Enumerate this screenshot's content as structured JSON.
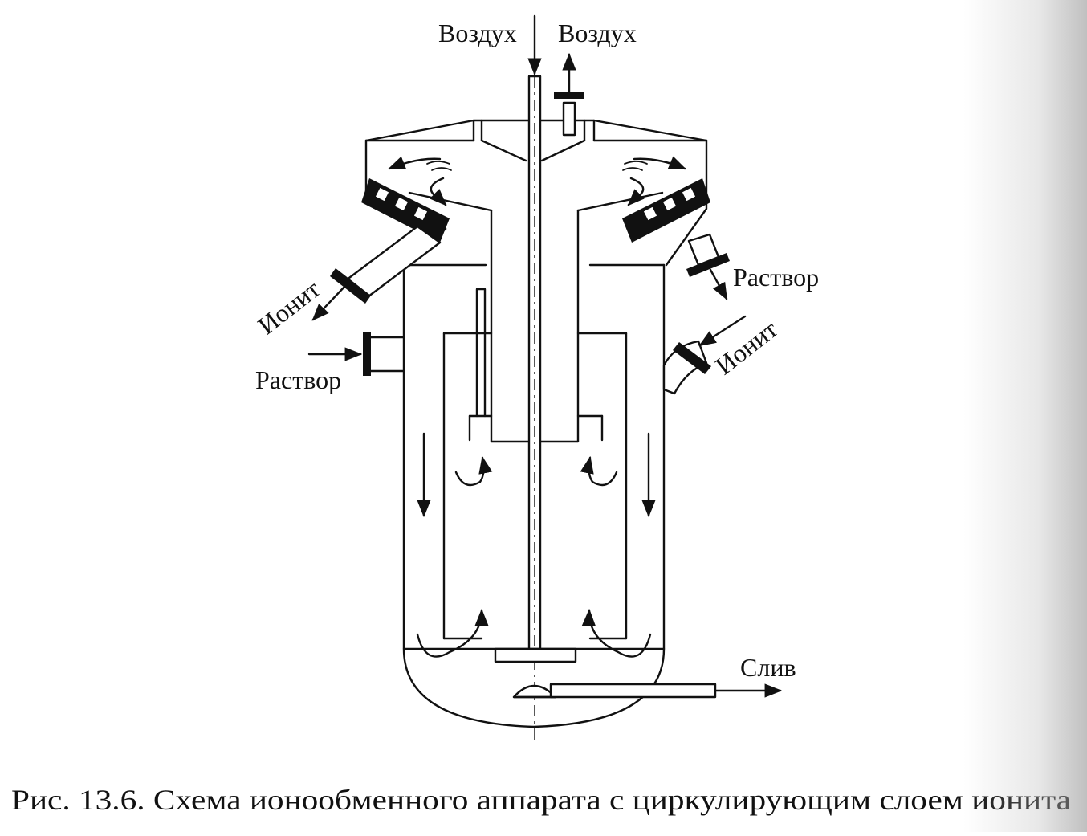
{
  "labels": {
    "air_in": "Воздух",
    "air_out": "Воздух",
    "ionite_out": "Ионит",
    "ionite_in": "Ионит",
    "solution_in": "Раствор",
    "solution_out": "Раствор",
    "drain": "Слив"
  },
  "caption": "Рис. 13.6. Схема ионообменного аппарата с циркулирующим слоем ионита"
}
